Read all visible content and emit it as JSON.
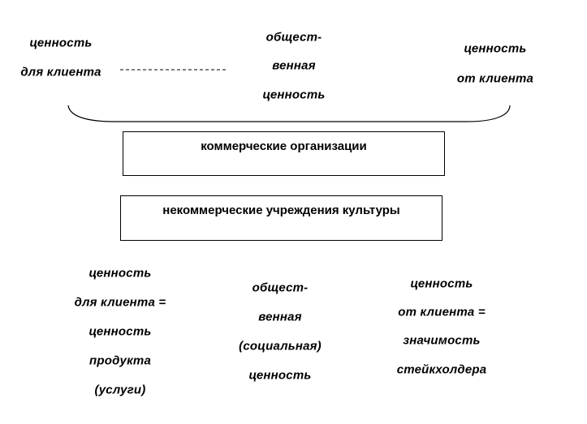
{
  "top": {
    "left": [
      "ценность",
      "для клиента"
    ],
    "center": [
      "общест-",
      "венная",
      "ценность"
    ],
    "right": [
      "ценность",
      "от клиента"
    ]
  },
  "boxes": {
    "commercial": "коммерческие организации",
    "noncommercial": "некоммерческие учреждения культуры"
  },
  "bottom": {
    "left": [
      "ценность",
      "для клиента =",
      "ценность",
      "продукта",
      "(услуги)"
    ],
    "center": [
      "общест-",
      "венная",
      "(социальная)",
      "ценность"
    ],
    "right": [
      "ценность",
      "от клиента =",
      "значимость",
      "стейкхолдера"
    ]
  }
}
